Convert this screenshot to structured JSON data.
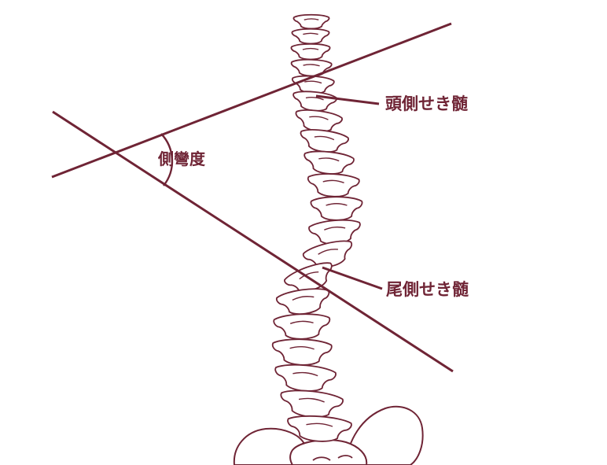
{
  "labels": {
    "cranial_vertebra": "頭側せき髄",
    "caudal_vertebra": "尾側せき髄",
    "angle": "側彎度"
  },
  "colors": {
    "ink": "#6f2435",
    "background": "#ffffff"
  }
}
